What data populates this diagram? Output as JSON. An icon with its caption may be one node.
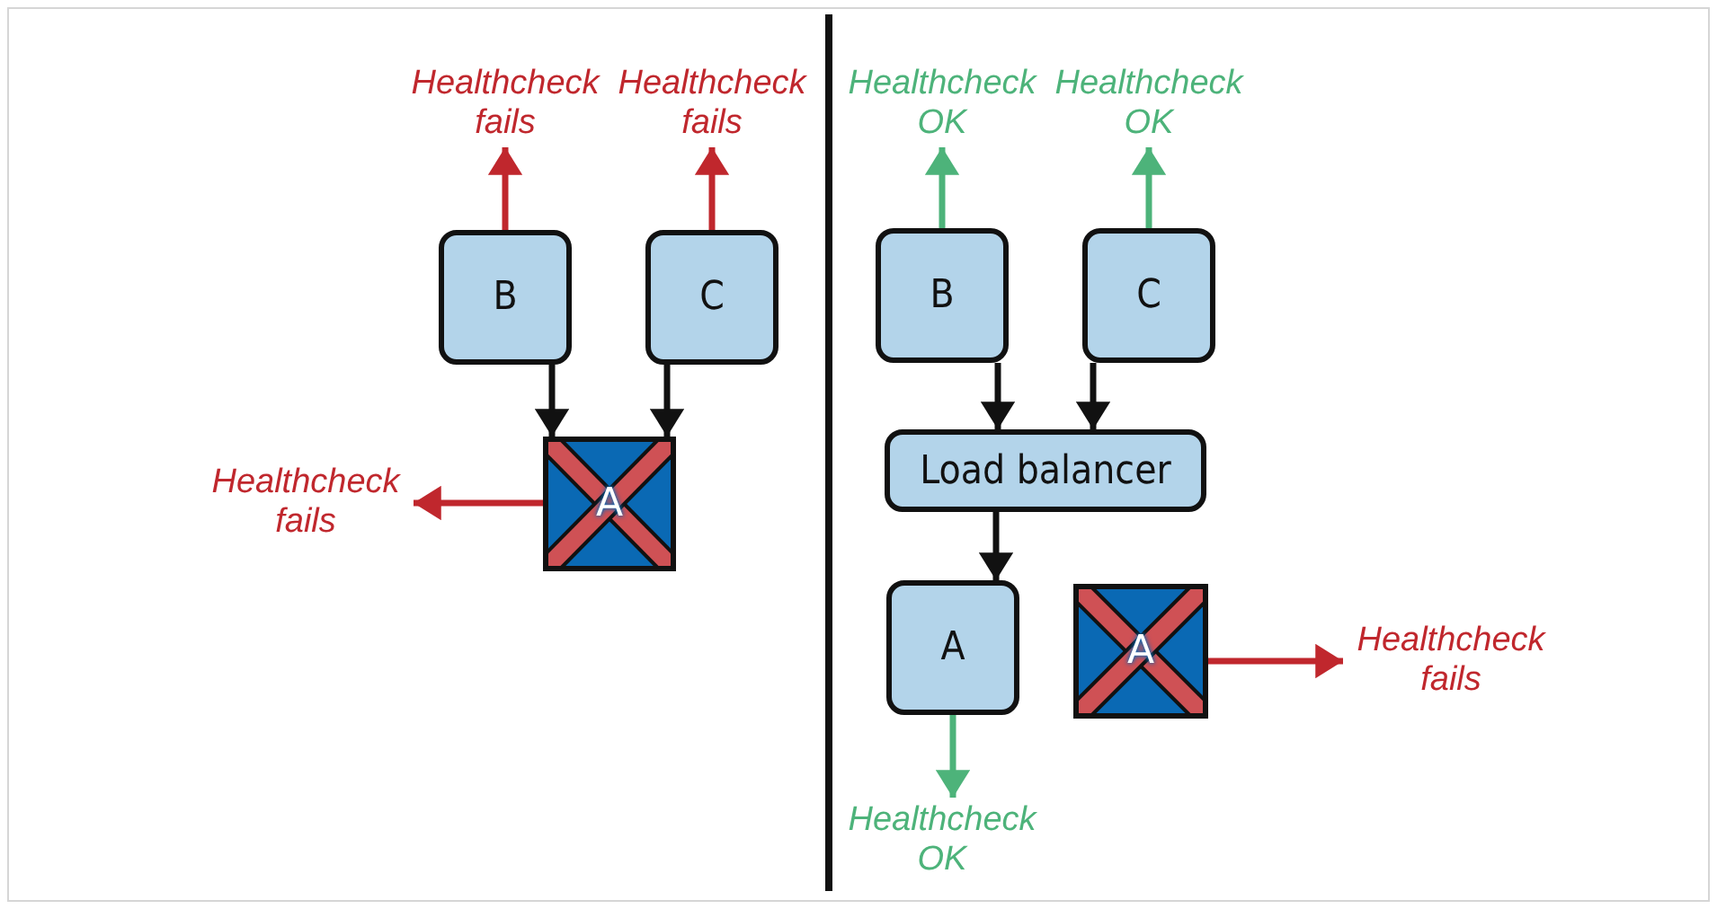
{
  "diagram": {
    "nodes": [
      {
        "text": [
          "Healthcheck fails"
        ]
      },
      {
        "text": [
          "Healthcheck fails"
        ]
      },
      {
        "text": [
          "B"
        ]
      },
      {
        "text": [
          "C"
        ]
      },
      {
        "text": [
          "Healthcheck fails"
        ]
      },
      {
        "text": [
          "A"
        ]
      },
      {
        "text": [
          "Healthcheck OK"
        ]
      },
      {
        "text": [
          "Healthcheck OK"
        ]
      },
      {
        "text": [
          "B"
        ]
      },
      {
        "text": [
          "C"
        ]
      },
      {
        "text": [
          "Load balancer"
        ]
      },
      {
        "text": [
          "A"
        ]
      },
      {
        "text": [
          "A"
        ]
      },
      {
        "text": [
          "Healthcheck fails"
        ]
      },
      {
        "text": [
          "Healthcheck OK"
        ]
      }
    ],
    "edges": [
      {
        "from": 2,
        "to": 0,
        "arrow": "to",
        "color": "#c0272d"
      },
      {
        "from": 3,
        "to": 1,
        "arrow": "to",
        "color": "#c0272d"
      },
      {
        "from": 2,
        "to": 5,
        "arrow": "to"
      },
      {
        "from": 3,
        "to": 5,
        "arrow": "to"
      },
      {
        "from": 5,
        "to": 4,
        "arrow": "to",
        "color": "#c0272d"
      },
      {
        "from": 8,
        "to": 6,
        "arrow": "to",
        "color": "#4db37a"
      },
      {
        "from": 9,
        "to": 7,
        "arrow": "to",
        "color": "#4db37a"
      },
      {
        "from": 8,
        "to": 10,
        "arrow": "to"
      },
      {
        "from": 9,
        "to": 10,
        "arrow": "to"
      },
      {
        "from": 10,
        "to": 11,
        "arrow": "to"
      },
      {
        "from": 11,
        "to": 14,
        "arrow": "to",
        "color": "#4db37a"
      },
      {
        "from": 12,
        "to": 13,
        "arrow": "to",
        "color": "#c0272d"
      }
    ]
  }
}
